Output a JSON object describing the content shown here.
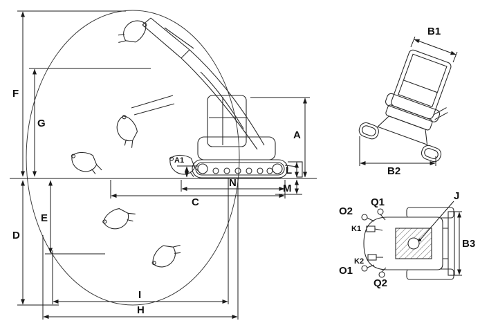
{
  "diagram": {
    "colors": {
      "background": "#ffffff",
      "line": "#1a1a1a"
    },
    "side_view": {
      "labels": {
        "F": "F",
        "G": "G",
        "D": "D",
        "E": "E",
        "A": "A",
        "A1": "A1",
        "L": "L",
        "M": "M",
        "N": "N",
        "C": "C",
        "I": "I",
        "H": "H"
      }
    },
    "rear_view": {
      "labels": {
        "B1": "B1",
        "B2": "B2"
      }
    },
    "top_view": {
      "labels": {
        "B3": "B3",
        "J": "J",
        "K1": "K1",
        "K2": "K2",
        "O1": "O1",
        "O2": "O2",
        "Q1": "Q1",
        "Q2": "Q2"
      }
    }
  }
}
